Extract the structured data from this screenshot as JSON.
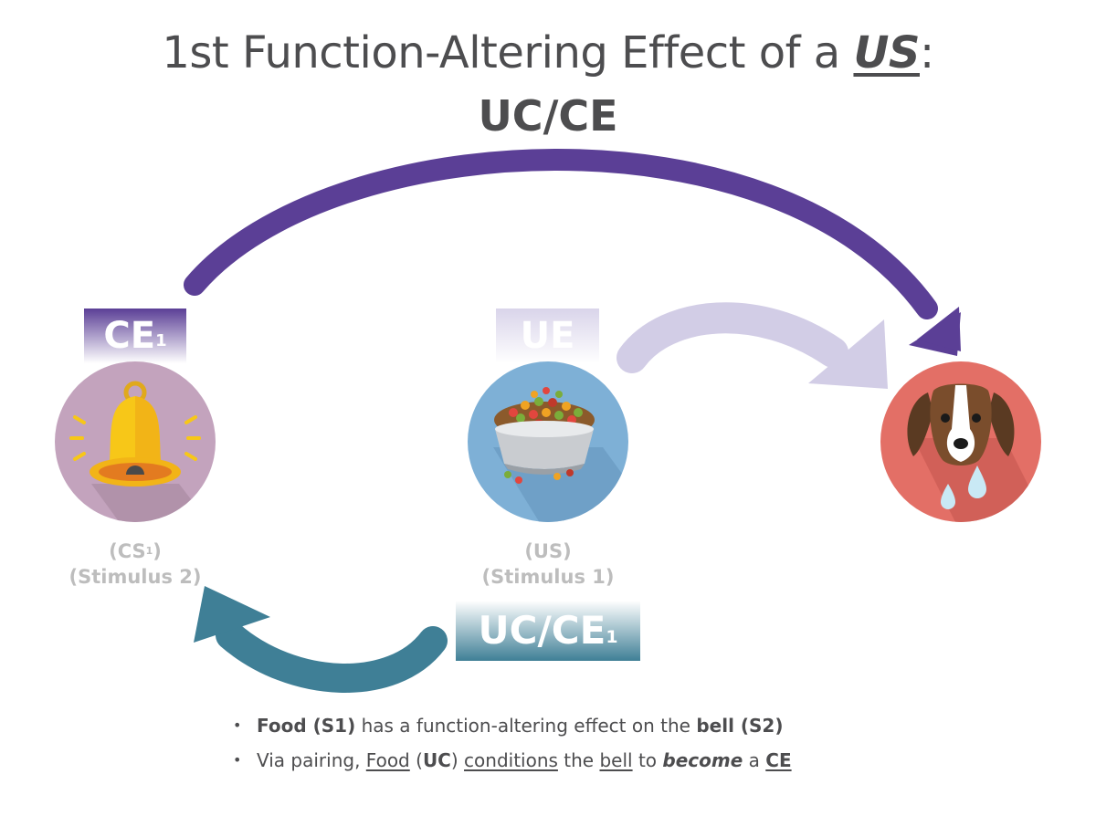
{
  "title": {
    "prefix": "1st Function-Altering Effect of a ",
    "us": "US",
    "suffix": ":",
    "line2": "UC/CE"
  },
  "badges": {
    "ce": "CE",
    "ce_sup": "1",
    "ue": "UE",
    "ucce": "UC/CE",
    "ucce_sup": "1"
  },
  "labels": {
    "bell_line1": "(CS",
    "bell_sup": "1",
    "bell_close": ")",
    "bell_line2": "(Stimulus 2)",
    "food_line1": "(US)",
    "food_line2": "(Stimulus 1)"
  },
  "bullets": {
    "b1_bold1": "Food (S1)",
    "b1_text": " has a function-altering effect on the ",
    "b1_bold2": "bell (S2)",
    "b2_t1": "Via pairing, ",
    "b2_food": "Food",
    "b2_t2": " (",
    "b2_uc": "UC",
    "b2_t3": ") ",
    "b2_conditions": "conditions",
    "b2_t4": " the ",
    "b2_bell": "bell",
    "b2_t5": " to ",
    "b2_become": "become",
    "b2_t6": " a ",
    "b2_ce": "CE"
  },
  "colors": {
    "purple_arrow": "#5b3f96",
    "lavender_arrow": "#d2cde6",
    "teal_arrow": "#3f7f96",
    "bell_circle": "#c3a3bd",
    "food_circle": "#7eb0d6",
    "dog_circle": "#e36f66"
  },
  "icons": [
    "bell-icon",
    "dog-food-bowl-icon",
    "crying-dog-icon"
  ]
}
